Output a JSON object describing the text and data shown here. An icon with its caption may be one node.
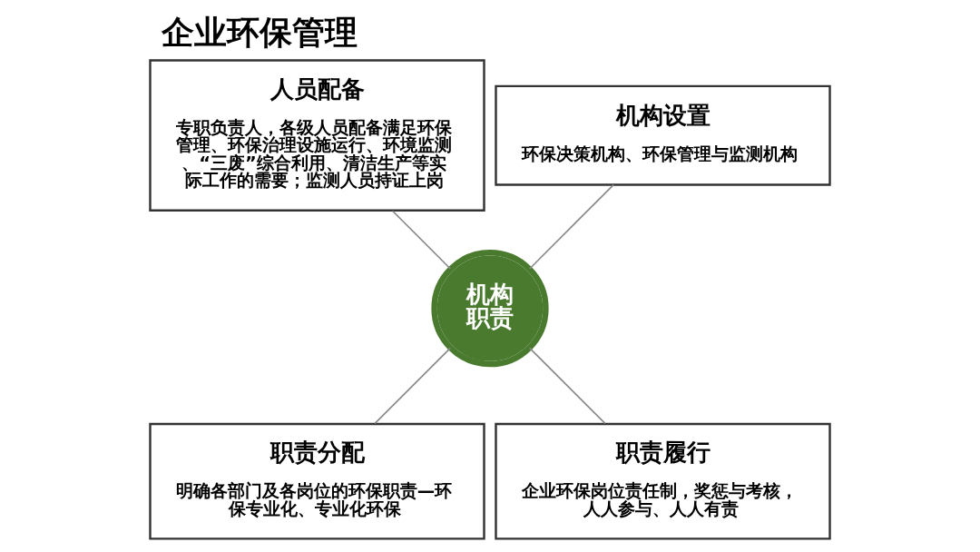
{
  "diagram": {
    "title": "企业环保管理",
    "nodes": [
      {
        "text": [
          "机构设置",
          "环保决策机构、环保管理与监测机构"
        ]
      },
      {
        "text": [
          "人员配备",
          "专职负责人，各级人员配备满足环保管理、环保治理设施运行、环境监测、“三废”综合利用、清洁生产等实际工作的需要；监测人员持证上岗"
        ]
      },
      {
        "text": [
          "机构职责"
        ]
      },
      {
        "text": [
          "职责分配",
          "明确各部门及各岗位的环保职责—环保专业化、专业化环保"
        ]
      },
      {
        "text": [
          "职责履行",
          "企业环保岗位责任制，奖惩与考核，人人参与、人人有责"
        ]
      }
    ],
    "edges": [
      {
        "from": 2,
        "to": 0,
        "arrow": "none"
      },
      {
        "from": 2,
        "to": 1,
        "arrow": "none"
      },
      {
        "from": 2,
        "to": 3,
        "arrow": "none"
      },
      {
        "from": 2,
        "to": 4,
        "arrow": "none"
      }
    ]
  }
}
